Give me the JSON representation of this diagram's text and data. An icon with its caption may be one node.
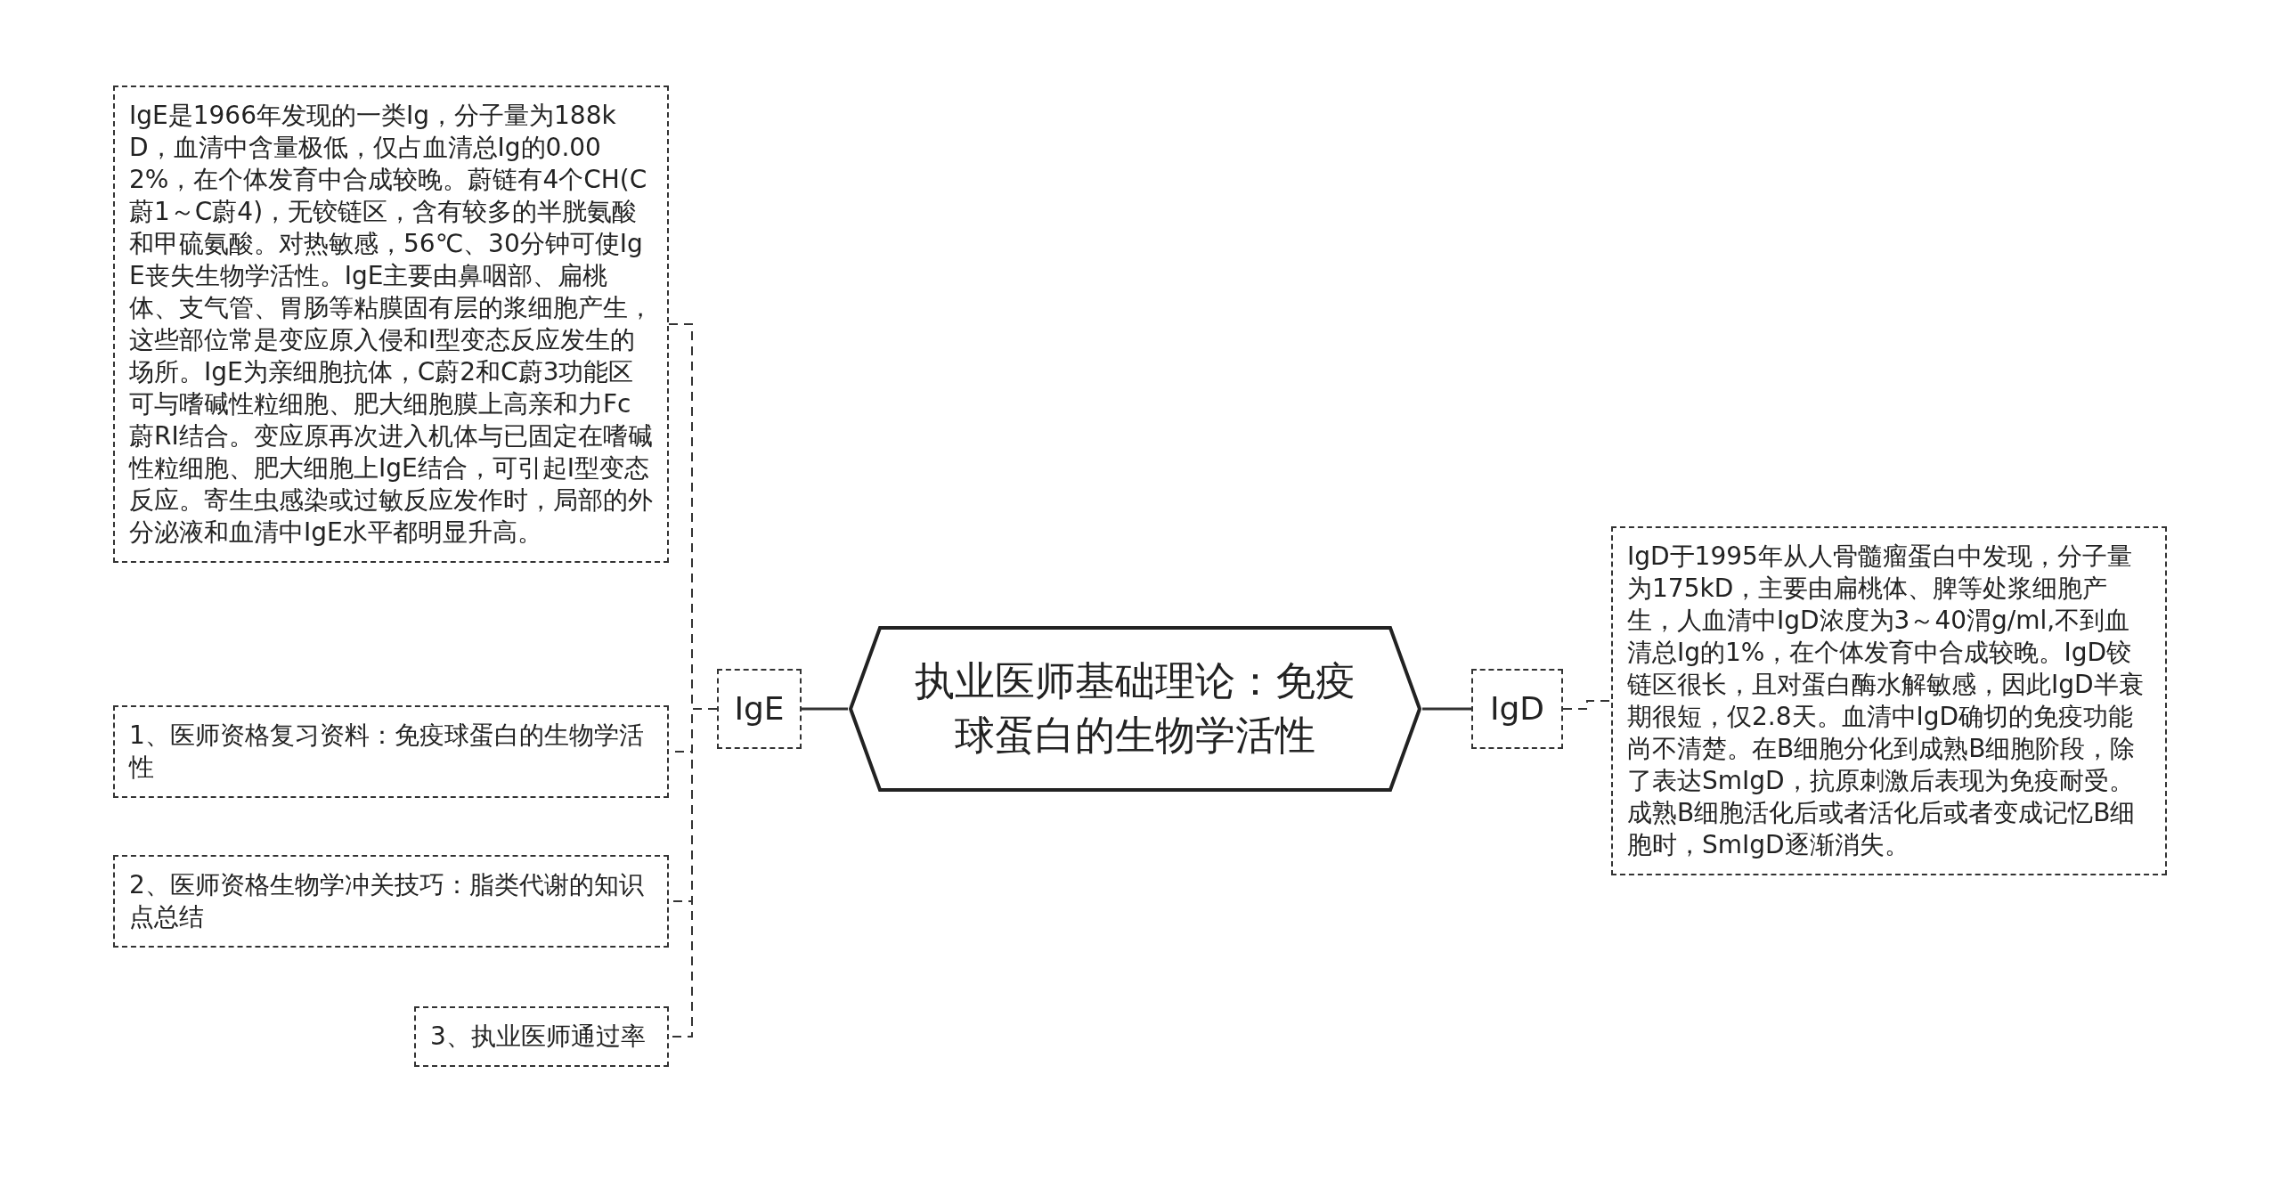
{
  "diagram": {
    "nodes": [
      {
        "text": [
          "执业医师基础理论：免疫球蛋白的生物学活性"
        ]
      },
      {
        "text": [
          "IgE"
        ]
      },
      {
        "text": [
          "IgE是1966年发现的一类Ig，分子量为188kD，血清中含量极低，仅占血清总Ig的0.002%，在个体发育中合成较晚。蔚链有4个CH(C蔚1～C蔚4)，无铰链区，含有较多的半胱氨酸和甲硫氨酸。对热敏感，56℃、30分钟可使IgE丧失生物学活性。IgE主要由鼻咽部、扁桃体、支气管、胃肠等粘膜固有层的浆细胞产生，这些部位常是变应原入侵和I型变态反应发生的场所。IgE为亲细胞抗体，C蔚2和C蔚3功能区可与嗜碱性粒细胞、肥大细胞膜上高亲和力Fc蔚RⅠ结合。变应原再次进入机体与已固定在嗜碱性粒细胞、肥大细胞上IgE结合，可引起Ⅰ型变态反应。寄生虫感染或过敏反应发作时，局部的外分泌液和血清中IgE水平都明显升高。"
        ]
      },
      {
        "text": [
          "1、医师资格复习资料：免疫球蛋白的生物学活性"
        ]
      },
      {
        "text": [
          "2、医师资格生物学冲关技巧：脂类代谢的知识点总结"
        ]
      },
      {
        "text": [
          "3、执业医师通过率"
        ]
      },
      {
        "text": [
          "IgD"
        ]
      },
      {
        "text": [
          "IgD于1995年从人骨髓瘤蛋白中发现，分子量为175kD，主要由扁桃体、脾等处浆细胞产生，人血清中IgD浓度为3～40渭g/ml,不到血清总Ig的1%，在个体发育中合成较晚。IgD铰链区很长，且对蛋白酶水解敏感，因此IgD半衰期很短，仅2.8天。血清中IgD确切的免疫功能尚不清楚。在B细胞分化到成熟B细胞阶段，除了表达SmIgD，抗原刺激后表现为免疫耐受。成熟B细胞活化后或者活化后或者变成记忆B细胞时，SmIgD逐渐消失。"
        ]
      }
    ],
    "edges": [
      {
        "from": 0,
        "to": 1,
        "arrow": "none"
      },
      {
        "from": 1,
        "to": 2,
        "arrow": "none",
        "style": "dashed"
      },
      {
        "from": 1,
        "to": 3,
        "arrow": "none",
        "style": "dashed"
      },
      {
        "from": 1,
        "to": 4,
        "arrow": "none",
        "style": "dashed"
      },
      {
        "from": 1,
        "to": 5,
        "arrow": "none",
        "style": "dashed"
      },
      {
        "from": 0,
        "to": 6,
        "arrow": "none"
      },
      {
        "from": 6,
        "to": 7,
        "arrow": "none",
        "style": "dashed"
      }
    ]
  }
}
